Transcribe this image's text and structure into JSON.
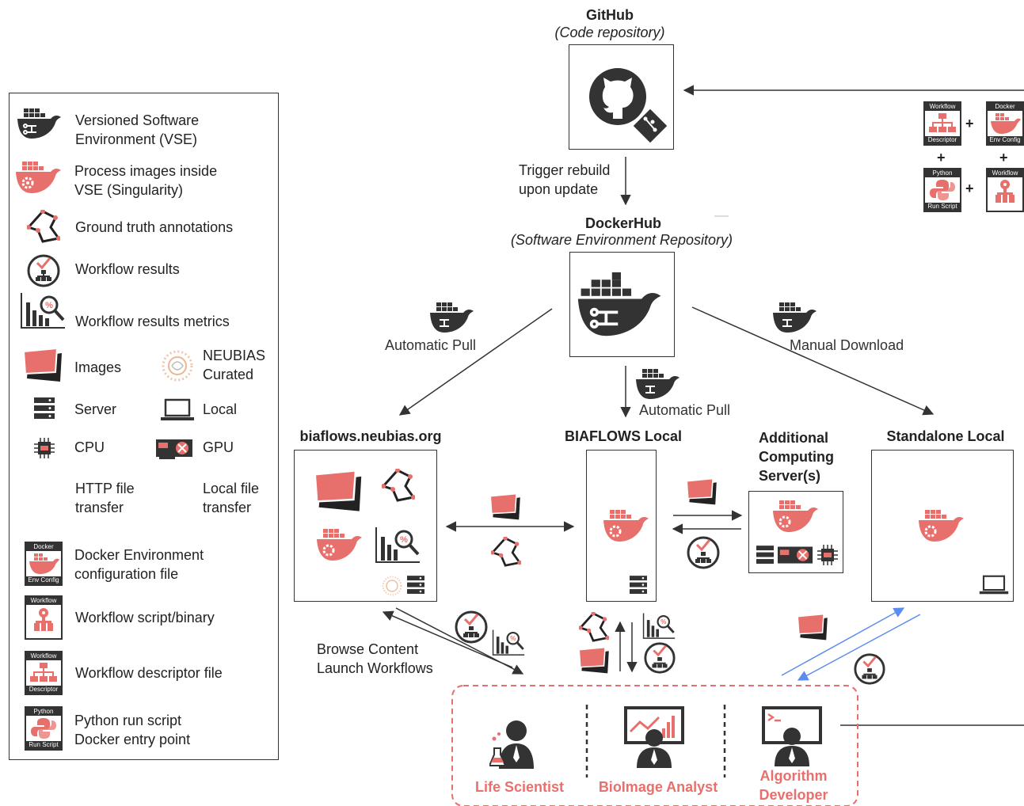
{
  "github": {
    "title": "GitHub",
    "subtitle": "(Code repository)"
  },
  "dockerhub": {
    "title": "DockerHub",
    "subtitle": "(Software Environment Repository)"
  },
  "edges": {
    "trigger": [
      "Trigger rebuild",
      "upon update"
    ],
    "auto_pull_left": "Automatic Pull",
    "auto_pull_center": "Automatic Pull",
    "manual_download": "Manual Download",
    "browse": [
      "Browse Content",
      "Launch Workflows"
    ]
  },
  "nodes": {
    "biaflows_org": "biaflows.neubias.org",
    "biaflows_local": "BIAFLOWS Local",
    "additional": [
      "Additional",
      "Computing",
      "Server(s)"
    ],
    "standalone": "Standalone Local"
  },
  "roles": {
    "life_scientist": "Life Scientist",
    "bioimage_analyst": "BioImage Analyst",
    "algorithm_developer": [
      "Algorithm",
      "Developer"
    ]
  },
  "files": {
    "workflow": "Workflow",
    "descriptor": "Descriptor",
    "docker": "Docker",
    "env_config": "Env Config",
    "python": "Python",
    "run_script": "Run Script",
    "plus": "+"
  },
  "legend": {
    "vse": [
      "Versioned Software",
      "Environment (VSE)"
    ],
    "process": [
      "Process images inside",
      "VSE (Singularity)"
    ],
    "gt": "Ground truth annotations",
    "results": "Workflow results",
    "metrics": "Workflow results metrics",
    "images": "Images",
    "neubias": [
      "NEUBIAS",
      "Curated"
    ],
    "server": "Server",
    "local": "Local",
    "cpu": "CPU",
    "gpu": "GPU",
    "http": [
      "HTTP file",
      "transfer"
    ],
    "localfile": [
      "Local file",
      "transfer"
    ],
    "docker_env": [
      "Docker Environment",
      "configuration file"
    ],
    "wf_script": "Workflow script/binary",
    "wf_desc": "Workflow descriptor file",
    "python": [
      "Python run script",
      "Docker entry point"
    ],
    "chip_cpu": "CPU",
    "chip_gpu": "GPU"
  },
  "colors": {
    "dark": "#333333",
    "salmon": "#e8706c",
    "blue": "#5b8def"
  }
}
